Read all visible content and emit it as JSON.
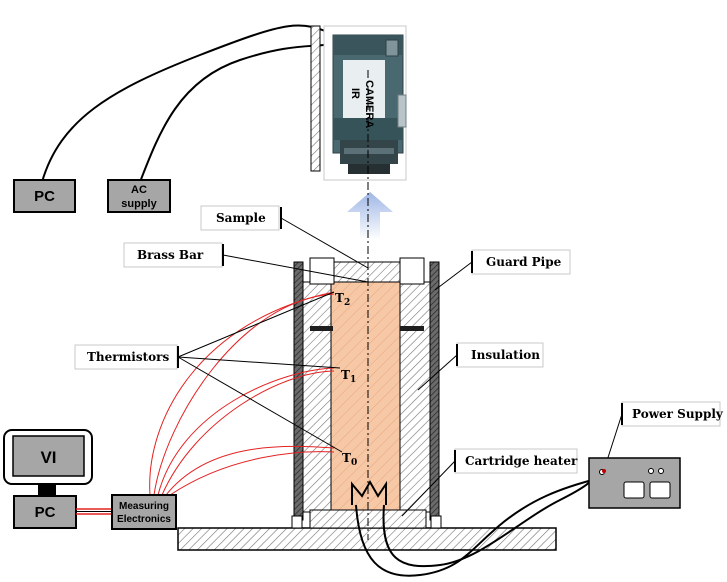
{
  "labels": {
    "pc_top": "PC",
    "ac_supply_line1": "AC",
    "ac_supply_line2": "supply",
    "ir_camera_line1": "IR",
    "ir_camera_line2": "CAMERA",
    "sample": "Sample",
    "brass_bar": "Brass Bar",
    "guard_pipe": "Guard Pipe",
    "thermistors": "Thermistors",
    "insulation": "Insulation",
    "cartridge_heater": "Cartridge heater",
    "power_supply": "Power Supply",
    "vi": "VI",
    "pc_bottom": "PC",
    "measuring_line1": "Measuring",
    "measuring_line2": "Electronics",
    "t2": "T",
    "t2_sub": "2",
    "t1": "T",
    "t1_sub": "1",
    "t0": "T",
    "t0_sub": "0"
  },
  "colors": {
    "box_fill": "#a6a6a6",
    "camera_body": "#3f5f66",
    "camera_light": "#c9d3d8",
    "sample_fill": "#f5c9a8",
    "wire": "#e52222",
    "arrow": "#a8bde8",
    "hatch": "#555555"
  }
}
